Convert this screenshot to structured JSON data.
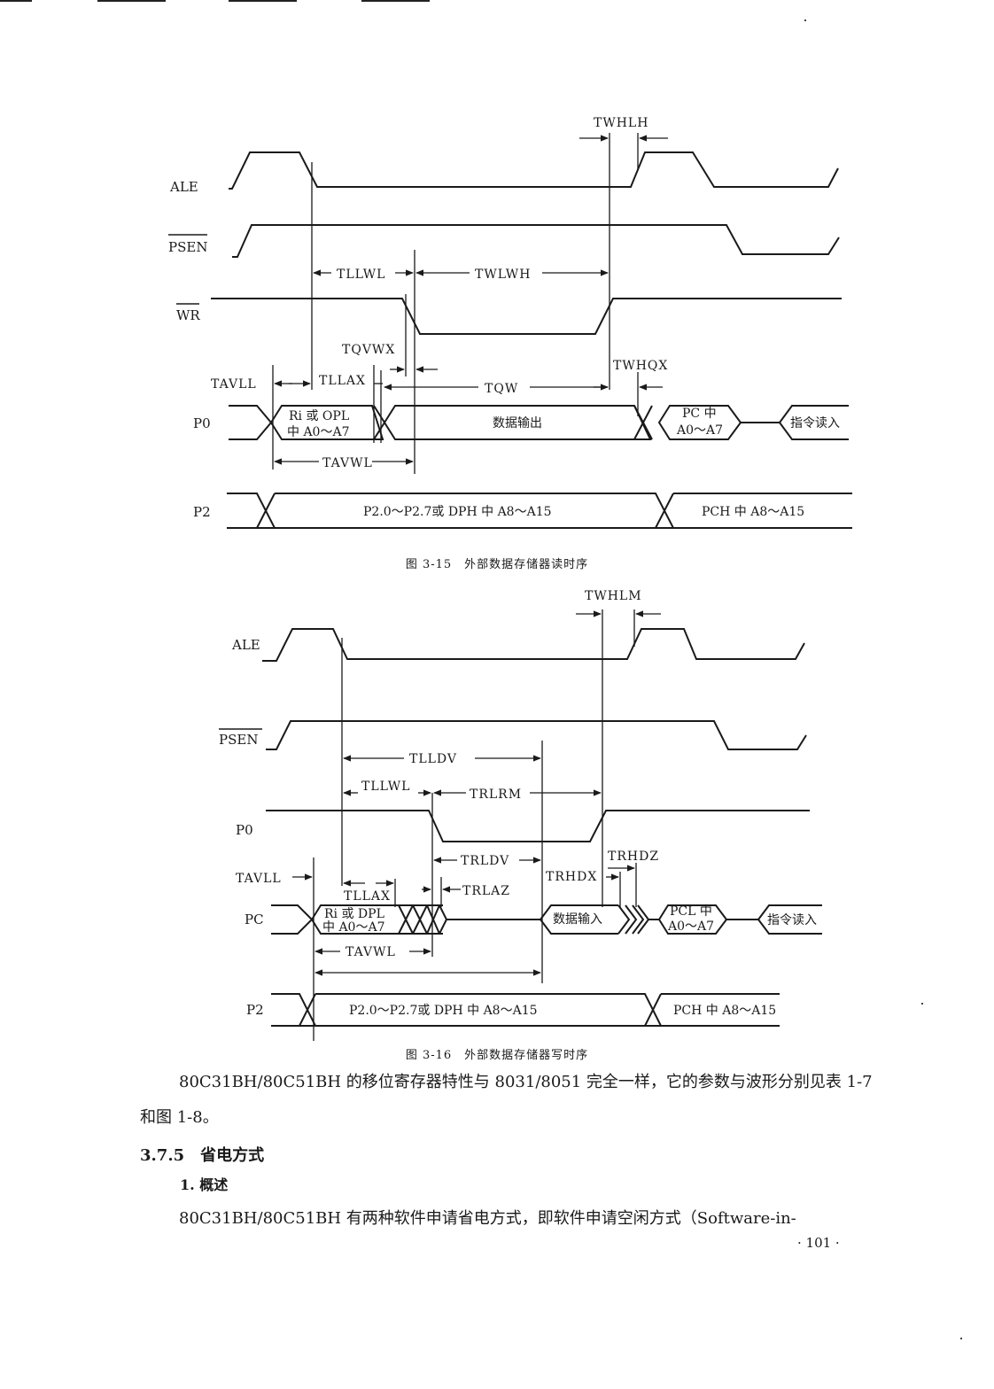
{
  "figure_15": {
    "signals": {
      "ale": "ALE",
      "psen": "PSEN",
      "wr": "WR",
      "p0": "P0",
      "p2": "P2"
    },
    "timing": {
      "twhlh": "TWHLH",
      "tllwl": "TLLWL",
      "twlwh": "TWLWH",
      "tqvwx": "TQVWX",
      "tavll": "TAVLL",
      "tllax": "TLLAX",
      "tqw": "TQW",
      "twhqx": "TWHQX",
      "tavwl": "TAVWL"
    },
    "p0_boxes": {
      "address_line1": "Ri 或 OPL",
      "address_line2": "中 A0～A7",
      "data": "数据输出",
      "pc_line1": "PC 中",
      "pc_line2": "A0～A7",
      "instruction": "指令读入"
    },
    "p2_boxes": {
      "address": "P2.0～P2.7或 DPH 中 A8～A15",
      "pch": "PCH 中 A8～A15"
    },
    "caption": "图 3-15　外部数据存储器读时序"
  },
  "figure_16": {
    "signals": {
      "ale": "ALE",
      "psen": "PSEN",
      "p0": "P0",
      "pc": "PC",
      "p2": "P2"
    },
    "timing": {
      "twhlm": "TWHLM",
      "tlldv": "TLLDV",
      "tllwl": "TLLWL",
      "trlrm": "TRLRM",
      "trldv": "TRLDV",
      "trhdz": "TRHDZ",
      "tavll": "TAVLL",
      "tllax": "TLLAX",
      "trlaz": "TRLAZ",
      "trhdx": "TRHDX",
      "tavwl": "TAVWL"
    },
    "pc_boxes": {
      "address_line1": "Ri 或 DPL",
      "address_line2": "中 A0～A7",
      "data": "数据输入",
      "pcl_line1": "PCL 中",
      "pcl_line2": "A0～A7",
      "instruction": "指令读入"
    },
    "p2_boxes": {
      "address": "P2.0～P2.7或 DPH 中  A8～A15",
      "pch": "PCH 中 A8～A15"
    },
    "caption": "图 3-16　外部数据存储器写时序"
  },
  "body": {
    "paragraph_1": "80C31BH/80C51BH 的移位寄存器特性与 8031/8051 完全一样，它的参数与波形分别见表 1-7 和图 1-8。",
    "section_heading": "3.7.5　省电方式",
    "sub_heading": "1. 概述",
    "paragraph_2": "80C31BH/80C51BH 有两种软件申请省电方式，即软件申请空闲方式（Software-in-",
    "page_number": "· 101 ·"
  }
}
